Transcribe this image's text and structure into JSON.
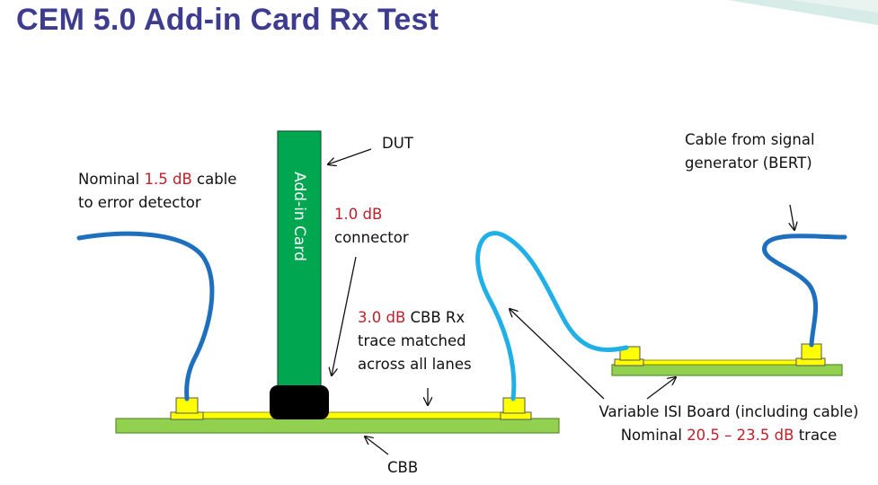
{
  "title": "CEM 5.0 Add-in Card Rx Test",
  "labels": {
    "dut": "DUT",
    "add_in_card": "Add-in Card",
    "nominal_cable_pre": "Nominal ",
    "nominal_cable_value": "1.5 dB",
    "nominal_cable_post": " cable",
    "nominal_cable_line2": "to error detector",
    "connector_value": "1.0 dB",
    "connector_text": "connector",
    "cbb_trace_value": "3.0 dB",
    "cbb_trace_post": " CBB Rx",
    "cbb_trace_line2": "trace matched",
    "cbb_trace_line3": "across all lanes",
    "cable_from_line1": "Cable from signal",
    "cable_from_line2": "generator (BERT)",
    "isi_line1": "Variable ISI Board (including cable)",
    "isi_line2_pre": "Nominal ",
    "isi_line2_value": "20.5 – 23.5 dB",
    "isi_line2_post": " trace",
    "cbb": "CBB"
  },
  "colors": {
    "title": "#3d3c8f",
    "board_green": "#92d050",
    "card_green": "#00a650",
    "connector_yellow": "#ffff00",
    "cable_dark_blue": "#1f6fbf",
    "cable_light_blue": "#20b0e8",
    "loss_red": "#c0202a"
  }
}
